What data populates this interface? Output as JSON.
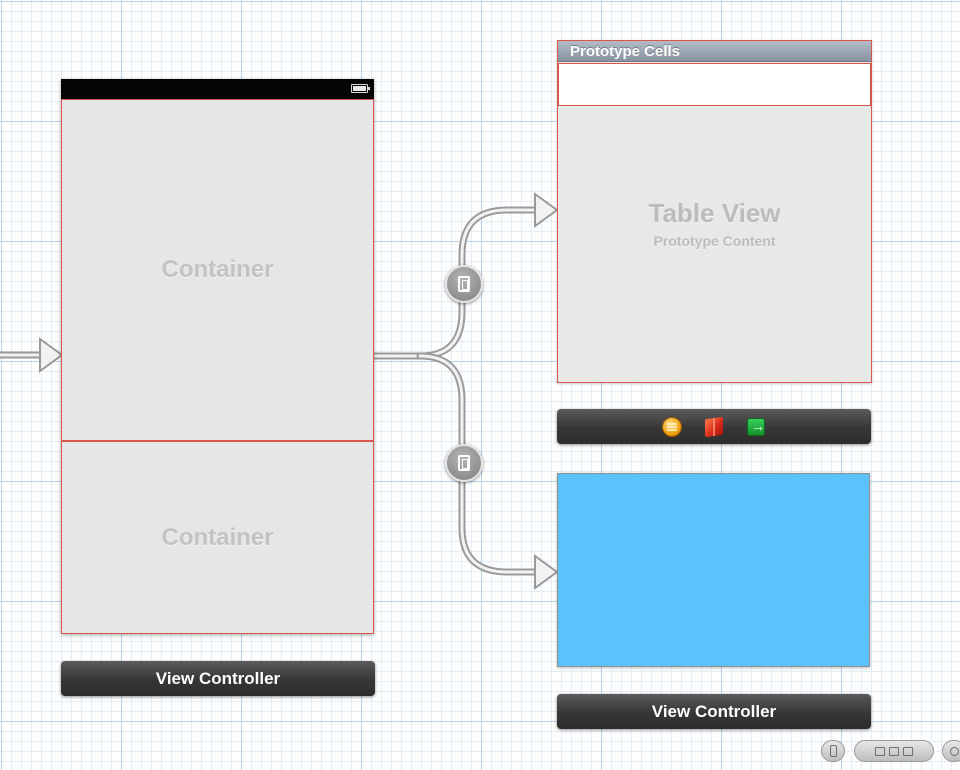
{
  "colors": {
    "canvas_background": "#ffffff",
    "grid_major": "#b9d2ec",
    "grid_minor": "#e3eef9",
    "selection_border": "#d9564f",
    "blue_view": "#5bc2fd",
    "dock_background": "#363636"
  },
  "left_scene": {
    "container_top_label": "Container",
    "container_bottom_label": "Container",
    "dock_label": "View Controller"
  },
  "table_scene": {
    "header_label": "Prototype Cells",
    "title": "Table View",
    "subtitle": "Prototype Content",
    "dock_icons": [
      "first-responder-icon",
      "cube-icon",
      "exit-icon"
    ]
  },
  "blue_scene": {
    "dock_label": "View Controller"
  },
  "segues": [
    {
      "icon": "embed-segue-icon"
    },
    {
      "icon": "embed-segue-icon"
    }
  ],
  "zoom_controls": [
    "device-toggle-icon",
    "layout-icons",
    "zoom-icon"
  ]
}
